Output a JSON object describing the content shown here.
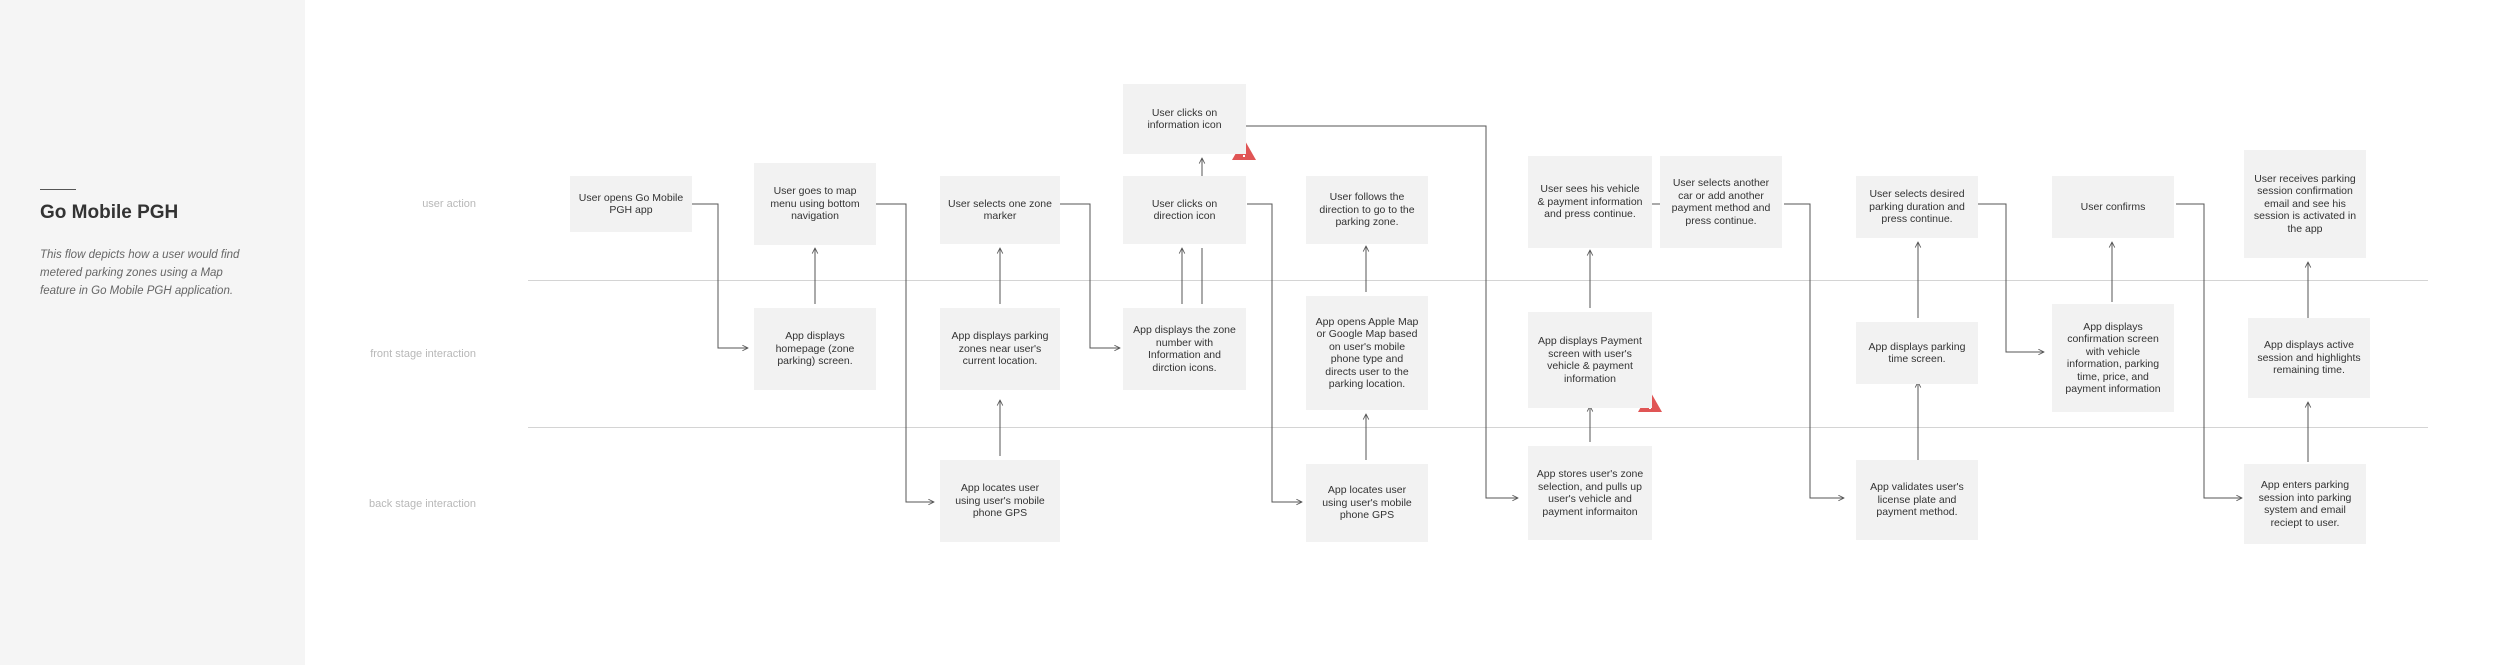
{
  "sidebar": {
    "title": "Go Mobile PGH",
    "description": "This flow depicts how a user would find metered parking zones using a Map feature in Go Mobile PGH application."
  },
  "lanes": {
    "user_action": "user action",
    "front_stage": "front stage interaction",
    "back_stage": "back stage interaction"
  },
  "nodes": {
    "open_app": "User opens Go Mobile PGH app",
    "go_to_map": "User goes to map menu using bottom navigation",
    "homepage": "App displays homepage (zone parking) screen.",
    "select_marker": "User selects one zone marker",
    "display_zones": "App displays parking zones near user's current location.",
    "locate_gps_1": "App locates user using user's mobile phone GPS",
    "info_icon_click": "User clicks on information icon",
    "direction_icon_click": "User clicks on direction icon",
    "zone_number": "App displays the zone number with Information and dirction icons.",
    "follow_direction": "User follows the direction to go to the parking zone.",
    "open_map": "App opens Apple Map or Google Map based on user's mobile phone type and directs user to the parking location.",
    "locate_gps_2": "App locates user using user's mobile phone GPS",
    "sees_vehicle": "User sees his vehicle & payment information and press continue.",
    "select_another": "User selects another car or add another payment method and press continue.",
    "payment_screen": "App displays Payment screen with user's vehicle & payment information",
    "store_selection": "App stores user's zone selection, and pulls up user's vehicle and payment informaiton",
    "select_duration": "User selects desired parking duration and press continue.",
    "parking_time": "App displays parking time screen.",
    "validate_plate": "App validates user's license plate and payment method.",
    "user_confirms": "User confirms",
    "confirmation_screen": "App displays confirmation screen with vehicle information, parking time, price, and payment information",
    "receive_email": "User receives parking session confirmation email and see his session is activated in the app",
    "active_session": "App displays active session and highlights remaining time.",
    "enter_session": "App enters parking session into parking system and email reciept to user."
  },
  "colors": {
    "sidebar_bg": "#f5f5f5",
    "node_bg": "#f2f2f2",
    "connector": "#555555",
    "warning": "#e05555"
  },
  "icons": [
    "info-icon",
    "pin-icon",
    "share-icon",
    "warning-icon"
  ]
}
